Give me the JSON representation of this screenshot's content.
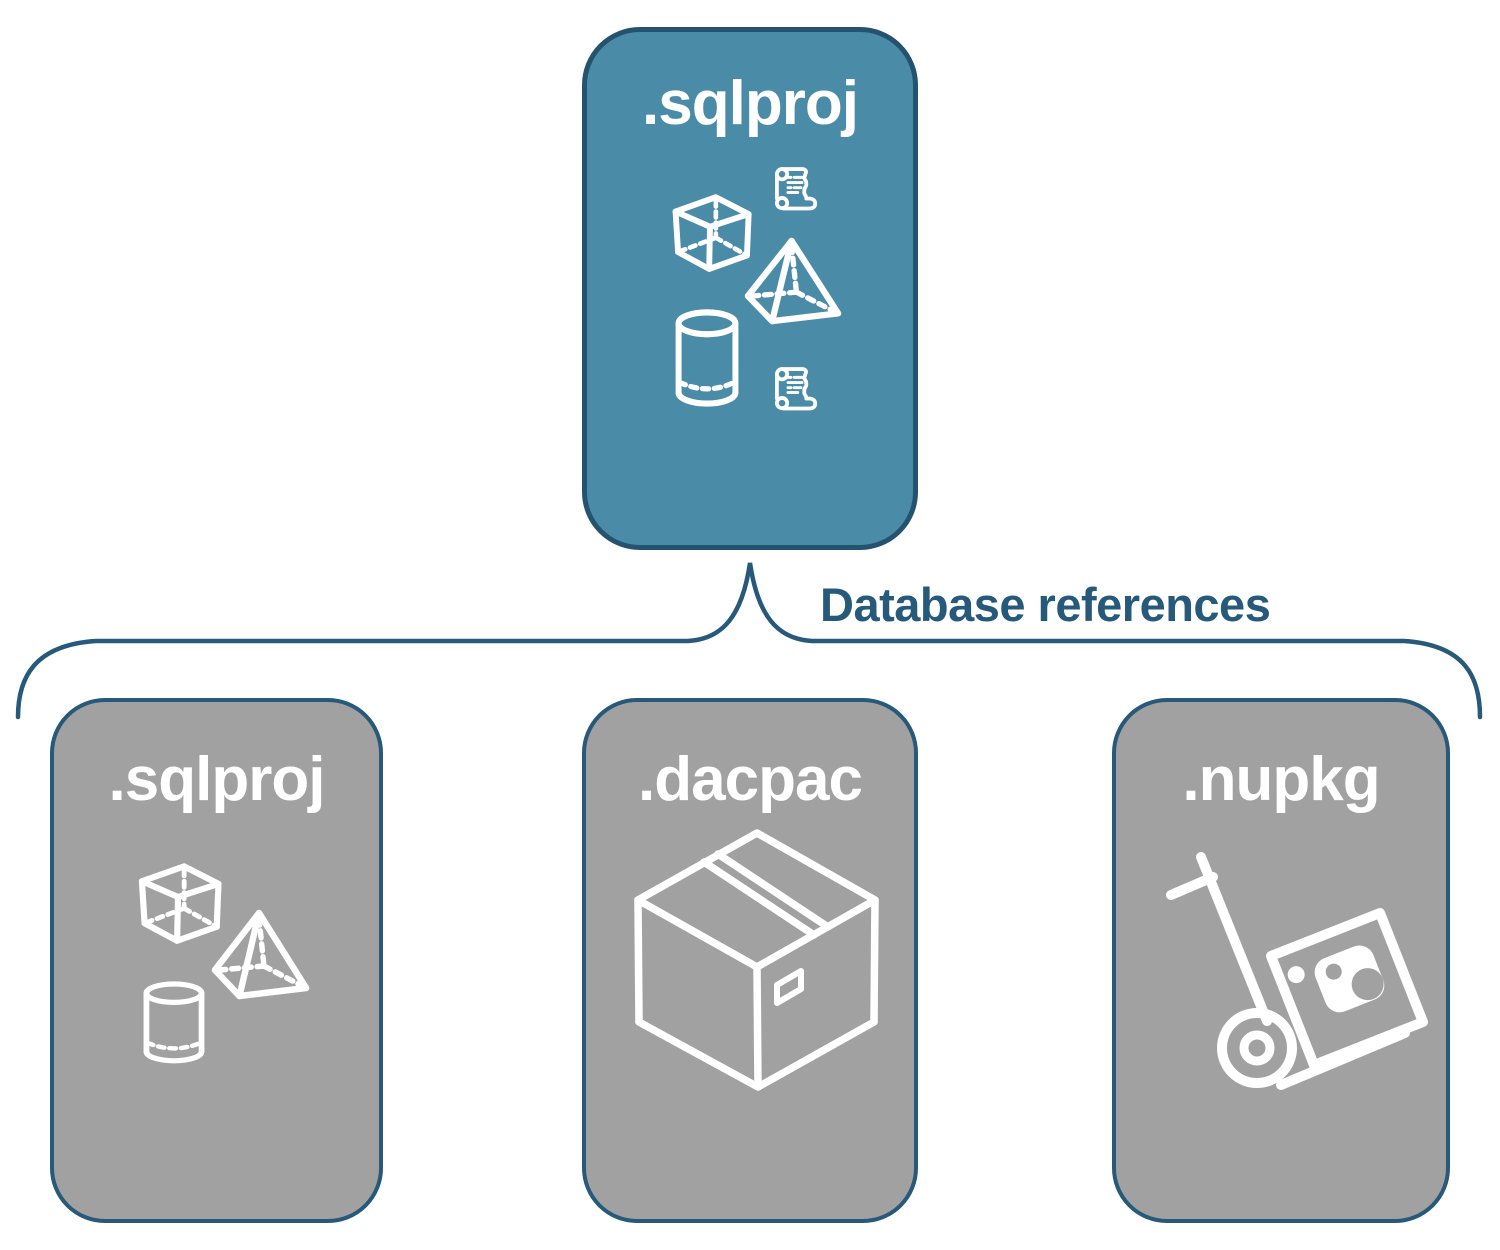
{
  "diagram": {
    "root_card": {
      "label": ".sqlproj",
      "icons": [
        "cube",
        "scroll",
        "pyramid",
        "cylinder",
        "scroll"
      ]
    },
    "connector_label": "Database references",
    "child_cards": [
      {
        "label": ".sqlproj",
        "icons": [
          "cube",
          "pyramid",
          "cylinder"
        ]
      },
      {
        "label": ".dacpac",
        "icons": [
          "package-box"
        ]
      },
      {
        "label": ".nupkg",
        "icons": [
          "hand-truck-with-nuget-package"
        ]
      }
    ],
    "colors": {
      "root_fill": "#4A8CA8",
      "child_fill": "#A1A1A1",
      "accent_blue": "#27597A",
      "icon_stroke": "#FFFFFF"
    }
  }
}
